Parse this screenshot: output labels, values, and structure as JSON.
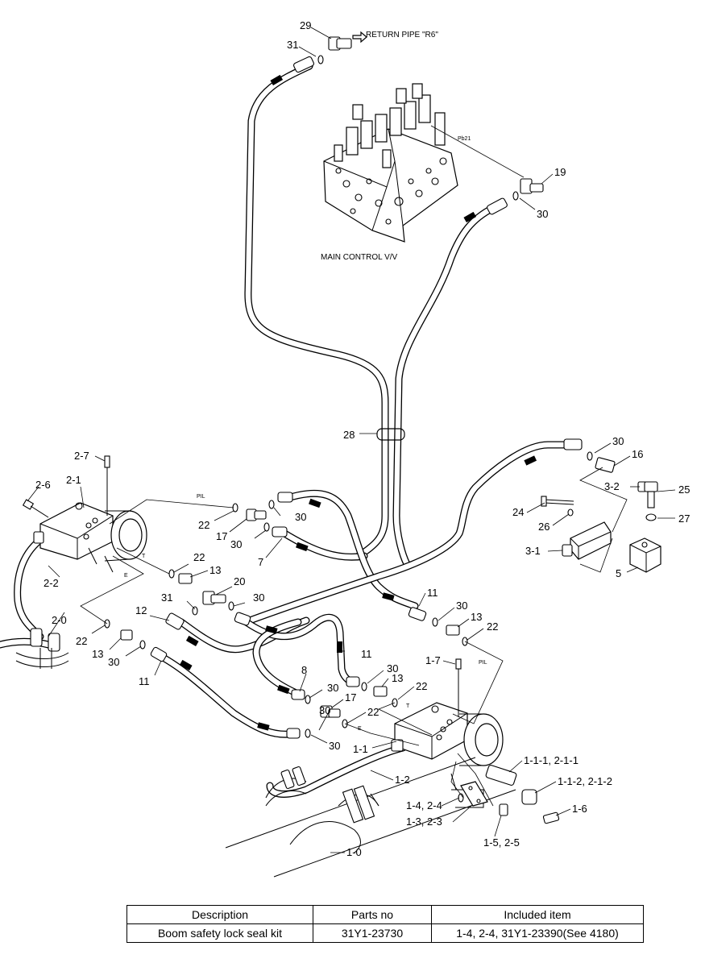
{
  "diagram": {
    "labels": {
      "return_pipe": "RETURN PIPE \"R6\"",
      "main_control_vv": "MAIN CONTROL V/V",
      "pb21": "Pb21",
      "pil_left": "PIL",
      "pil_right": "PIL",
      "t_left": "T",
      "t_right": "T",
      "e_left": "E",
      "e_right": "E",
      "p_29": "29",
      "p_31_top": "31",
      "p_19": "19",
      "p_30_top": "30",
      "p_28": "28",
      "p_2_7": "2-7",
      "p_2_6": "2-6",
      "p_2_1": "2-1",
      "p_2_2": "2-2",
      "p_2_0": "2-0",
      "p_22_a": "22",
      "p_17_a": "17",
      "p_30_a": "30",
      "p_30_b": "30",
      "p_7": "7",
      "p_22_b": "22",
      "p_13_a": "13",
      "p_20": "20",
      "p_31_mid": "31",
      "p_30_c": "30",
      "p_12": "12",
      "p_22_c": "22",
      "p_13_b": "13",
      "p_30_d": "30",
      "p_11_left": "11",
      "p_11_mid": "11",
      "p_8": "8",
      "p_30_e": "30",
      "p_30_f": "30",
      "p_17_b": "17",
      "p_30_g": "30",
      "p_30_h": "30",
      "p_13_c": "13",
      "p_22_d": "22",
      "p_22_e": "22",
      "p_11_right": "11",
      "p_30_i": "30",
      "p_13_d": "13",
      "p_22_f": "22",
      "p_1_7": "1-7",
      "p_1_1": "1-1",
      "p_1_2": "1-2",
      "p_1_0": "1-0",
      "p_1_4_2_4": "1-4, 2-4",
      "p_1_3_2_3": "1-3, 2-3",
      "p_1_5_2_5": "1-5, 2-5",
      "p_1_1_1": "1-1-1, 2-1-1",
      "p_1_1_2": "1-1-2, 2-1-2",
      "p_1_6": "1-6",
      "p_30_right": "30",
      "p_16": "16",
      "p_3_2": "3-2",
      "p_25": "25",
      "p_24": "24",
      "p_26": "26",
      "p_27": "27",
      "p_3_1": "3-1",
      "p_5": "5"
    }
  },
  "table": {
    "headers": [
      "Description",
      "Parts no",
      "Included item"
    ],
    "rows": [
      [
        "Boom safety lock seal kit",
        "31Y1-23730",
        "1-4, 2-4, 31Y1-23390(See 4180)"
      ]
    ]
  }
}
